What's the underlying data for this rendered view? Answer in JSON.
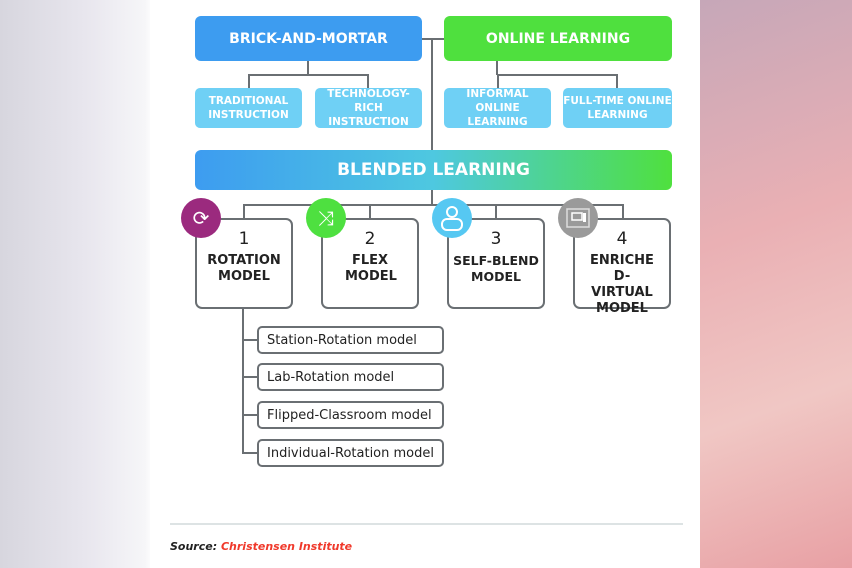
{
  "top": {
    "brick": "BRICK-AND-MORTAR",
    "online": "ONLINE LEARNING"
  },
  "sub": [
    "TRADITIONAL INSTRUCTION",
    "TECHNOLOGY-RICH INSTRUCTION",
    "INFORMAL ONLINE LEARNING",
    "FULL-TIME ONLINE LEARNING"
  ],
  "blended": "BLENDED LEARNING",
  "models": [
    {
      "num": "1",
      "title": "ROTATION MODEL",
      "icon": "rotate-icon",
      "color": "#9b2a7e"
    },
    {
      "num": "2",
      "title": "FLEX MODEL",
      "icon": "shuffle-icon",
      "color": "#4ee040"
    },
    {
      "num": "3",
      "title": "SELF-BLEND MODEL",
      "icon": "person-icon",
      "color": "#56c8f2"
    },
    {
      "num": "4",
      "title": "ENRICHED-VIRTUAL MODEL",
      "icon": "computer-icon",
      "color": "#9a9a9a"
    }
  ],
  "rotation_types": [
    "Station-Rotation model",
    "Lab-Rotation model",
    "Flipped-Classroom model",
    "Individual-Rotation model"
  ],
  "source": {
    "label": "Source:",
    "name": "Christensen Institute"
  }
}
